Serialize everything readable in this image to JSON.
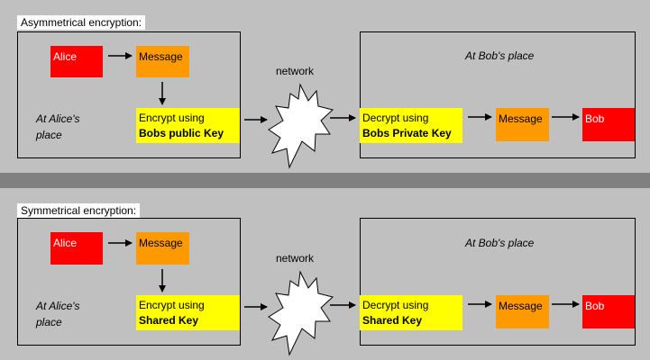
{
  "asymmetric": {
    "title": "Asymmetrical encryption:",
    "alice": "Alice",
    "message_left": "Message",
    "encrypt_line1": "Encrypt using",
    "encrypt_line2": "Bobs public Key",
    "alice_place_line1": "At Alice's",
    "alice_place_line2": "place",
    "network": "network",
    "bob_place": "At Bob's place",
    "decrypt_line1": "Decrypt using",
    "decrypt_line2": "Bobs Private Key",
    "message_right": "Message",
    "bob": "Bob"
  },
  "symmetric": {
    "title": "Symmetrical encryption:",
    "alice": "Alice",
    "message_left": "Message",
    "encrypt_line1": "Encrypt using",
    "encrypt_line2": "Shared Key",
    "alice_place_line1": "At Alice's",
    "alice_place_line2": "place",
    "network": "network",
    "bob_place": "At Bob's place",
    "decrypt_line1": "Decrypt using",
    "decrypt_line2": "Shared Key",
    "message_right": "Message",
    "bob": "Bob"
  },
  "colors": {
    "background": "#c0c0c0",
    "divider": "#808080",
    "alice_bob": "#ff0000",
    "message": "#ff9900",
    "key_box": "#ffff00"
  }
}
